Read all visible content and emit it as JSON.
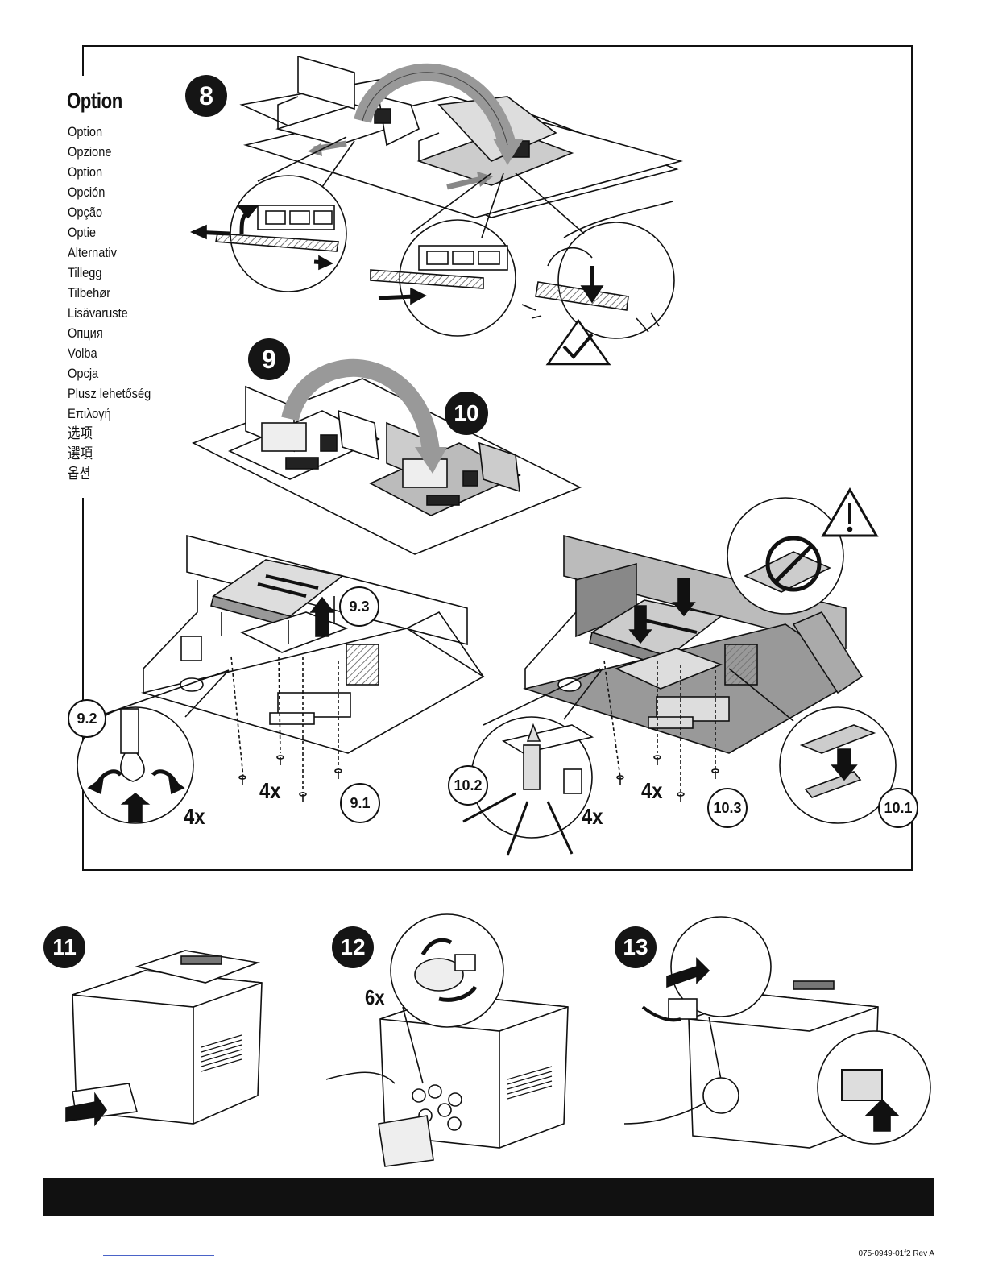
{
  "option_panel": {
    "title": "Option",
    "translations": [
      "Option",
      "Opzione",
      "Option",
      "Opción",
      "Opção",
      "Optie",
      "Alternativ",
      "Tillegg",
      "Tilbehør",
      "Lisävaruste",
      "Опция",
      "Volba",
      "Opcja",
      "Plusz lehetőség",
      "Επιλογή",
      "选项",
      "選項",
      "옵션"
    ]
  },
  "steps": {
    "step8": "8",
    "step9": "9",
    "step10": "10",
    "step11": "11",
    "step12": "12",
    "step13": "13"
  },
  "callouts": {
    "c9_3": "9.3",
    "c9_2": "9.2",
    "c9_1": "9.1",
    "c10_2": "10.2",
    "c10_3": "10.3",
    "c10_1": "10.1"
  },
  "quantities": {
    "q_9_2": "4x",
    "q_9_1": "4x",
    "q_10_2": "4x",
    "q_10_3": "4x",
    "q_12": "6x"
  },
  "footer": {
    "document_number": "075-0949-01f2 Rev A"
  }
}
